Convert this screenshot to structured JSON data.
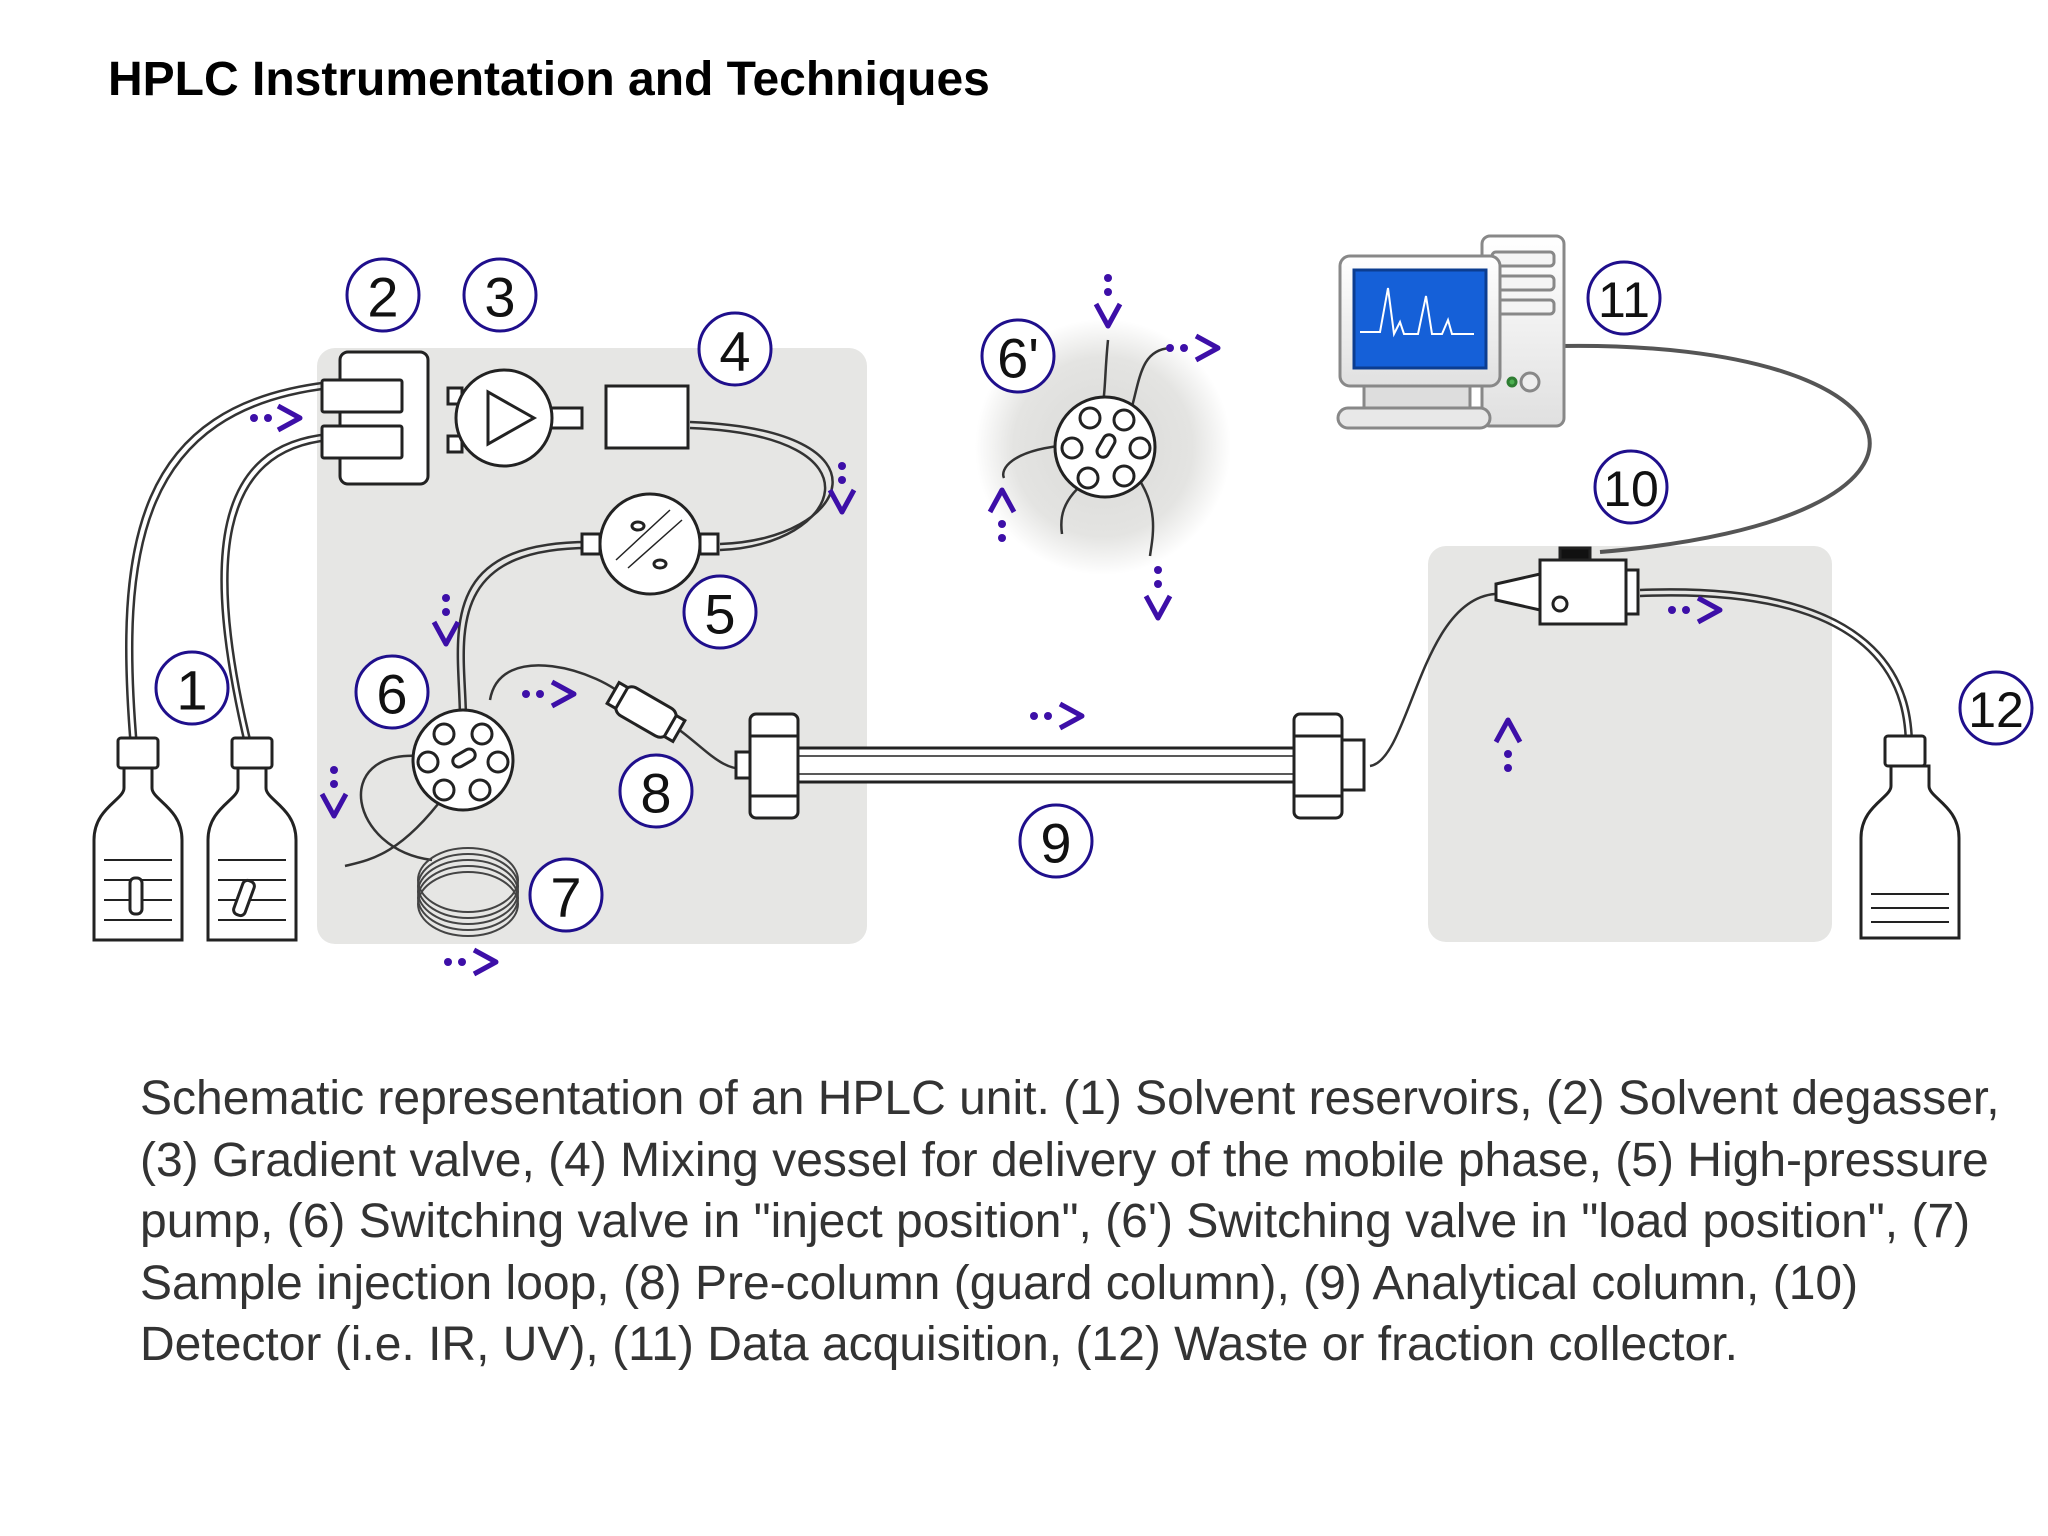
{
  "title": "HPLC Instrumentation and Techniques",
  "caption": "Schematic representation of an HPLC unit. (1) Solvent reservoirs, (2) Solvent degasser, (3) Gradient valve, (4) Mixing vessel for delivery of the mobile phase, (5) High-pressure pump, (6) Switching valve in \"inject position\", (6') Switching valve in \"load position\", (7) Sample injection loop, (8) Pre-column (guard column), (9) Analytical column, (10) Detector (i.e. IR, UV), (11) Data acquisition, (12) Waste or fraction collector.",
  "labels": {
    "l1": "1",
    "l2": "2",
    "l3": "3",
    "l4": "4",
    "l5": "5",
    "l6": "6",
    "l6p": "6'",
    "l7": "7",
    "l8": "8",
    "l9": "9",
    "l10": "10",
    "l11": "11",
    "l12": "12"
  },
  "colors": {
    "arrow": "#3d0fa8",
    "label_circle": "#1f0f8c",
    "panel": "#e6e6e4",
    "screen": "#1560d8"
  }
}
